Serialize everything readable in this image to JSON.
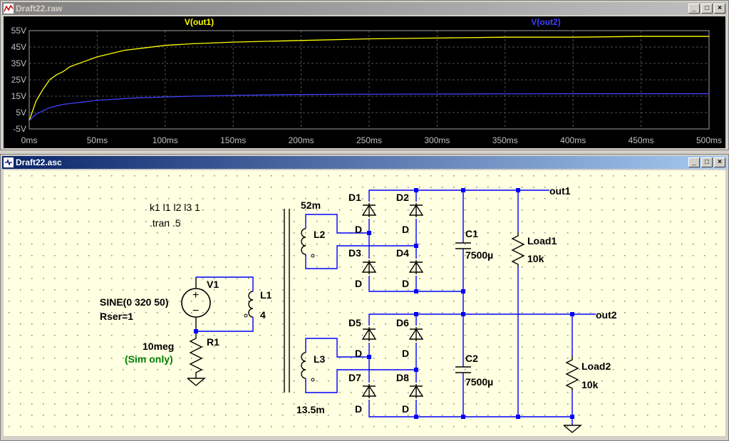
{
  "plot_window": {
    "title": "Draft22.raw",
    "buttons": {
      "minimize": "_",
      "maximize": "□",
      "close": "×"
    }
  },
  "schematic_window": {
    "title": "Draft22.asc",
    "buttons": {
      "minimize": "_",
      "maximize": "□",
      "close": "×"
    }
  },
  "colors": {
    "out1": "#ffff00",
    "out2": "#4040ff",
    "wire": "#0000ff",
    "axis_text": "#c0c0c0",
    "sim_only": "#008000",
    "grid": "#505050"
  },
  "chart_data": {
    "type": "line",
    "title": "",
    "xlabel": "",
    "ylabel": "",
    "xlim": [
      0,
      500
    ],
    "ylim": [
      -5,
      55
    ],
    "x_ticks": [
      "0ms",
      "50ms",
      "100ms",
      "150ms",
      "200ms",
      "250ms",
      "300ms",
      "350ms",
      "400ms",
      "450ms",
      "500ms"
    ],
    "y_ticks": [
      "55V",
      "45V",
      "35V",
      "25V",
      "15V",
      "5V",
      "-5V"
    ],
    "grid": true,
    "series": [
      {
        "name": "V(out1)",
        "x": [
          0,
          5,
          10,
          15,
          20,
          25,
          30,
          40,
          50,
          60,
          70,
          80,
          100,
          120,
          150,
          200,
          250,
          300,
          350,
          400,
          450,
          500
        ],
        "values": [
          0,
          12,
          19,
          25,
          28,
          30,
          33,
          36,
          39,
          41,
          43,
          44,
          46,
          47,
          48,
          49,
          50,
          50.5,
          51,
          51,
          51.5,
          51.5
        ]
      },
      {
        "name": "V(out2)",
        "x": [
          0,
          5,
          10,
          15,
          20,
          25,
          30,
          40,
          50,
          60,
          70,
          80,
          100,
          120,
          150,
          200,
          250,
          300,
          350,
          400,
          450,
          500
        ],
        "values": [
          0,
          4,
          6,
          8,
          9,
          10,
          10.5,
          11.5,
          12.5,
          13,
          13.5,
          14,
          14.5,
          15,
          15.5,
          16,
          16.2,
          16.3,
          16.4,
          16.5,
          16.5,
          16.5
        ]
      }
    ]
  },
  "schematic": {
    "directives": [
      "k1 l1 l2 l3 1",
      ".tran .5"
    ],
    "source": {
      "name": "V1",
      "value": "SINE(0 320 50)",
      "rser": "Rser=1"
    },
    "r1": {
      "name": "R1",
      "value": "10meg",
      "note": "(Sim only)"
    },
    "l1": {
      "name": "L1",
      "value": "4"
    },
    "l2": {
      "name": "L2",
      "value": "52m"
    },
    "l3": {
      "name": "L3",
      "value": "13.5m"
    },
    "diodes": [
      "D1",
      "D2",
      "D3",
      "D4",
      "D5",
      "D6",
      "D7",
      "D8"
    ],
    "diode_model": "D",
    "c1": {
      "name": "C1",
      "value": "7500µ"
    },
    "c2": {
      "name": "C2",
      "value": "7500µ"
    },
    "load1": {
      "name": "Load1",
      "value": "10k"
    },
    "load2": {
      "name": "Load2",
      "value": "10k"
    },
    "net_out1": "out1",
    "net_out2": "out2"
  }
}
